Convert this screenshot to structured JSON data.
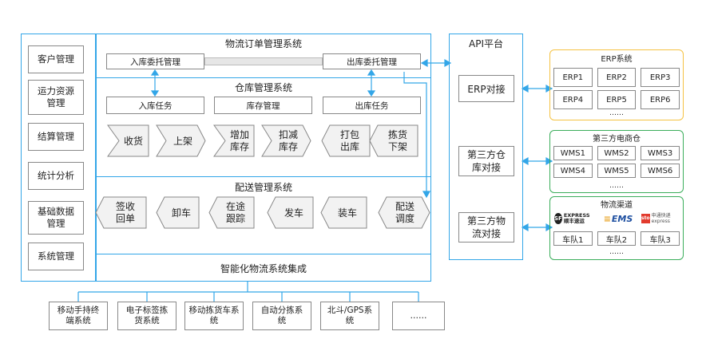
{
  "left_menu": [
    "客户管理",
    "运力资源管理",
    "结算管理",
    "统计分析",
    "基础数据管理",
    "系统管理"
  ],
  "order_system": {
    "title": "物流订单管理系统",
    "inbound": "入库委托管理",
    "outbound": "出库委托管理"
  },
  "warehouse_system": {
    "title": "仓库管理系统",
    "sections": [
      "入库任务",
      "库存管理",
      "出库任务"
    ],
    "steps": [
      "收货",
      "上架",
      "增加库存",
      "扣减库存",
      "打包出库",
      "拣货下架"
    ]
  },
  "delivery_system": {
    "title": "配送管理系统",
    "steps": [
      "签收回单",
      "卸车",
      "在途跟踪",
      "发车",
      "装车",
      "配送调度"
    ]
  },
  "integration_title": "智能化物流系统集成",
  "devices": [
    "移动手持终端系统",
    "电子标签拣货系统",
    "移动拣货车系统",
    "自动分拣系统",
    "北斗/GPS系统",
    "……"
  ],
  "api": {
    "title": "API平台",
    "items": [
      "ERP对接",
      "第三方仓库对接",
      "第三方物流对接"
    ]
  },
  "erp": {
    "title": "ERP系统",
    "items": [
      "ERP1",
      "ERP2",
      "ERP3",
      "ERP4",
      "ERP5",
      "ERP6"
    ],
    "more": "……"
  },
  "wms": {
    "title": "第三方电商仓",
    "items": [
      "WMS1",
      "WMS2",
      "WMS3",
      "WMS4",
      "WMS5",
      "WMS6"
    ],
    "more": "……"
  },
  "logistics": {
    "title": "物流渠道",
    "logos": [
      "EXPRESS 顺丰速运",
      "EMS",
      "申通快递 express"
    ],
    "items": [
      "车队1",
      "车队2",
      "车队3"
    ],
    "more": "……"
  },
  "colors": {
    "blue": "#33a6e8",
    "yellow": "#f5c242",
    "green": "#3aad5a"
  }
}
